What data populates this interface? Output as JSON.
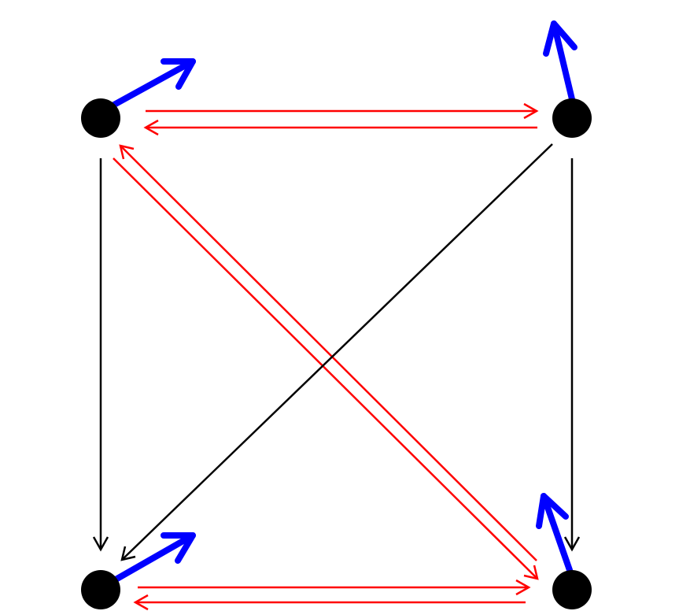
{
  "diagram": {
    "colors": {
      "background": "#ffffff",
      "node": "#000000",
      "black_edge": "#000000",
      "red_edge": "#ff0000",
      "blue_vector": "#0000ff"
    },
    "nodes": [
      {
        "id": "top-left"
      },
      {
        "id": "top-right"
      },
      {
        "id": "bottom-left"
      },
      {
        "id": "bottom-right"
      }
    ],
    "edges": [
      {
        "from": "top-left",
        "to": "top-right",
        "color": "red"
      },
      {
        "from": "top-right",
        "to": "top-left",
        "color": "red"
      },
      {
        "from": "bottom-left",
        "to": "bottom-right",
        "color": "red"
      },
      {
        "from": "bottom-right",
        "to": "bottom-left",
        "color": "red"
      },
      {
        "from": "top-left",
        "to": "bottom-right",
        "color": "red"
      },
      {
        "from": "bottom-right",
        "to": "top-left",
        "color": "red"
      },
      {
        "from": "top-left",
        "to": "bottom-left",
        "color": "black"
      },
      {
        "from": "top-right",
        "to": "bottom-right",
        "color": "black"
      },
      {
        "from": "top-right",
        "to": "bottom-left",
        "color": "black"
      }
    ],
    "vectors": [
      {
        "node": "top-left",
        "color": "blue"
      },
      {
        "node": "top-right",
        "color": "blue"
      },
      {
        "node": "bottom-left",
        "color": "blue"
      },
      {
        "node": "bottom-right",
        "color": "blue"
      }
    ]
  }
}
